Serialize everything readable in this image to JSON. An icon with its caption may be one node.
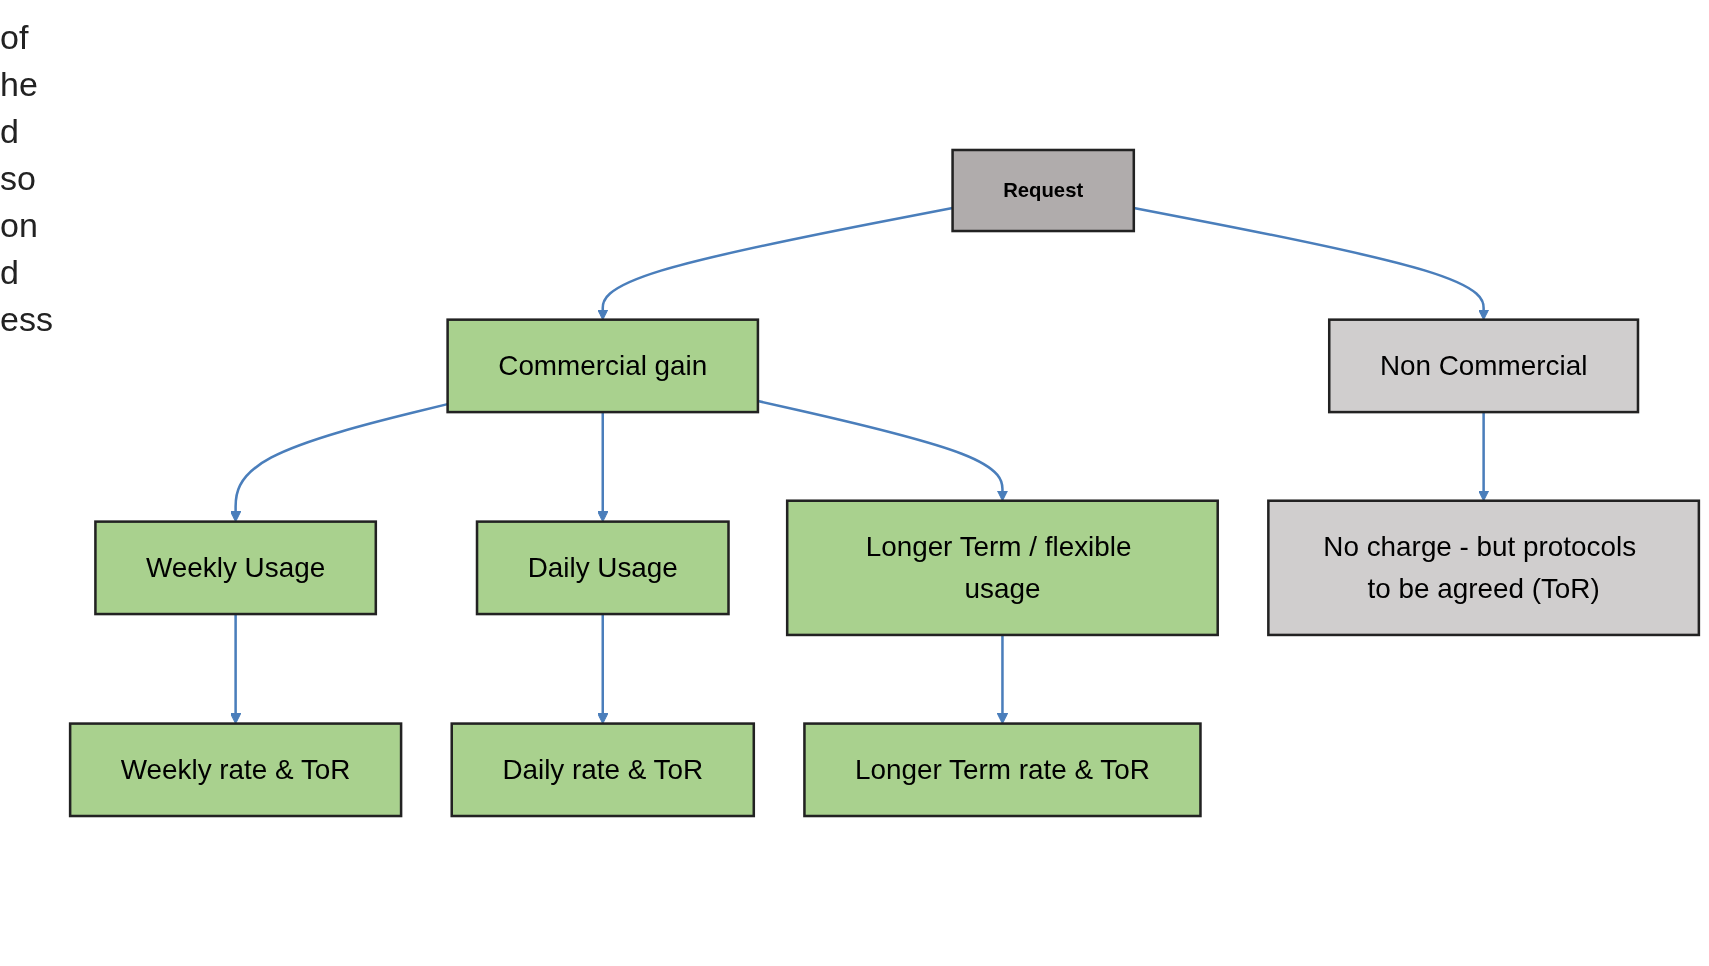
{
  "diagram": {
    "nodes": [
      {
        "text": [
          "Request"
        ]
      },
      {
        "text": [
          "Commercial gain"
        ]
      },
      {
        "text": [
          "Non Commercial"
        ]
      },
      {
        "text": [
          "Weekly Usage"
        ]
      },
      {
        "text": [
          "Daily Usage"
        ]
      },
      {
        "text": [
          "Longer Term / flexible usage"
        ]
      },
      {
        "text": [
          "No charge - but protocols to be agreed (ToR)"
        ]
      },
      {
        "text": [
          "Weekly rate & ToR"
        ]
      },
      {
        "text": [
          "Daily rate  & ToR"
        ]
      },
      {
        "text": [
          "Longer Term rate & ToR"
        ]
      }
    ],
    "edges": [
      {
        "from": 0,
        "to": 1,
        "arrow": "to"
      },
      {
        "from": 0,
        "to": 2,
        "arrow": "to"
      },
      {
        "from": 1,
        "to": 3,
        "arrow": "to"
      },
      {
        "from": 1,
        "to": 4,
        "arrow": "to"
      },
      {
        "from": 1,
        "to": 5,
        "arrow": "to"
      },
      {
        "from": 2,
        "to": 6,
        "arrow": "to"
      },
      {
        "from": 3,
        "to": 7,
        "arrow": "to"
      },
      {
        "from": 4,
        "to": 8,
        "arrow": "to"
      },
      {
        "from": 5,
        "to": 9,
        "arrow": "to"
      }
    ],
    "labels": [
      "of",
      "he",
      "d",
      "so",
      "on",
      "d",
      "ess"
    ]
  }
}
